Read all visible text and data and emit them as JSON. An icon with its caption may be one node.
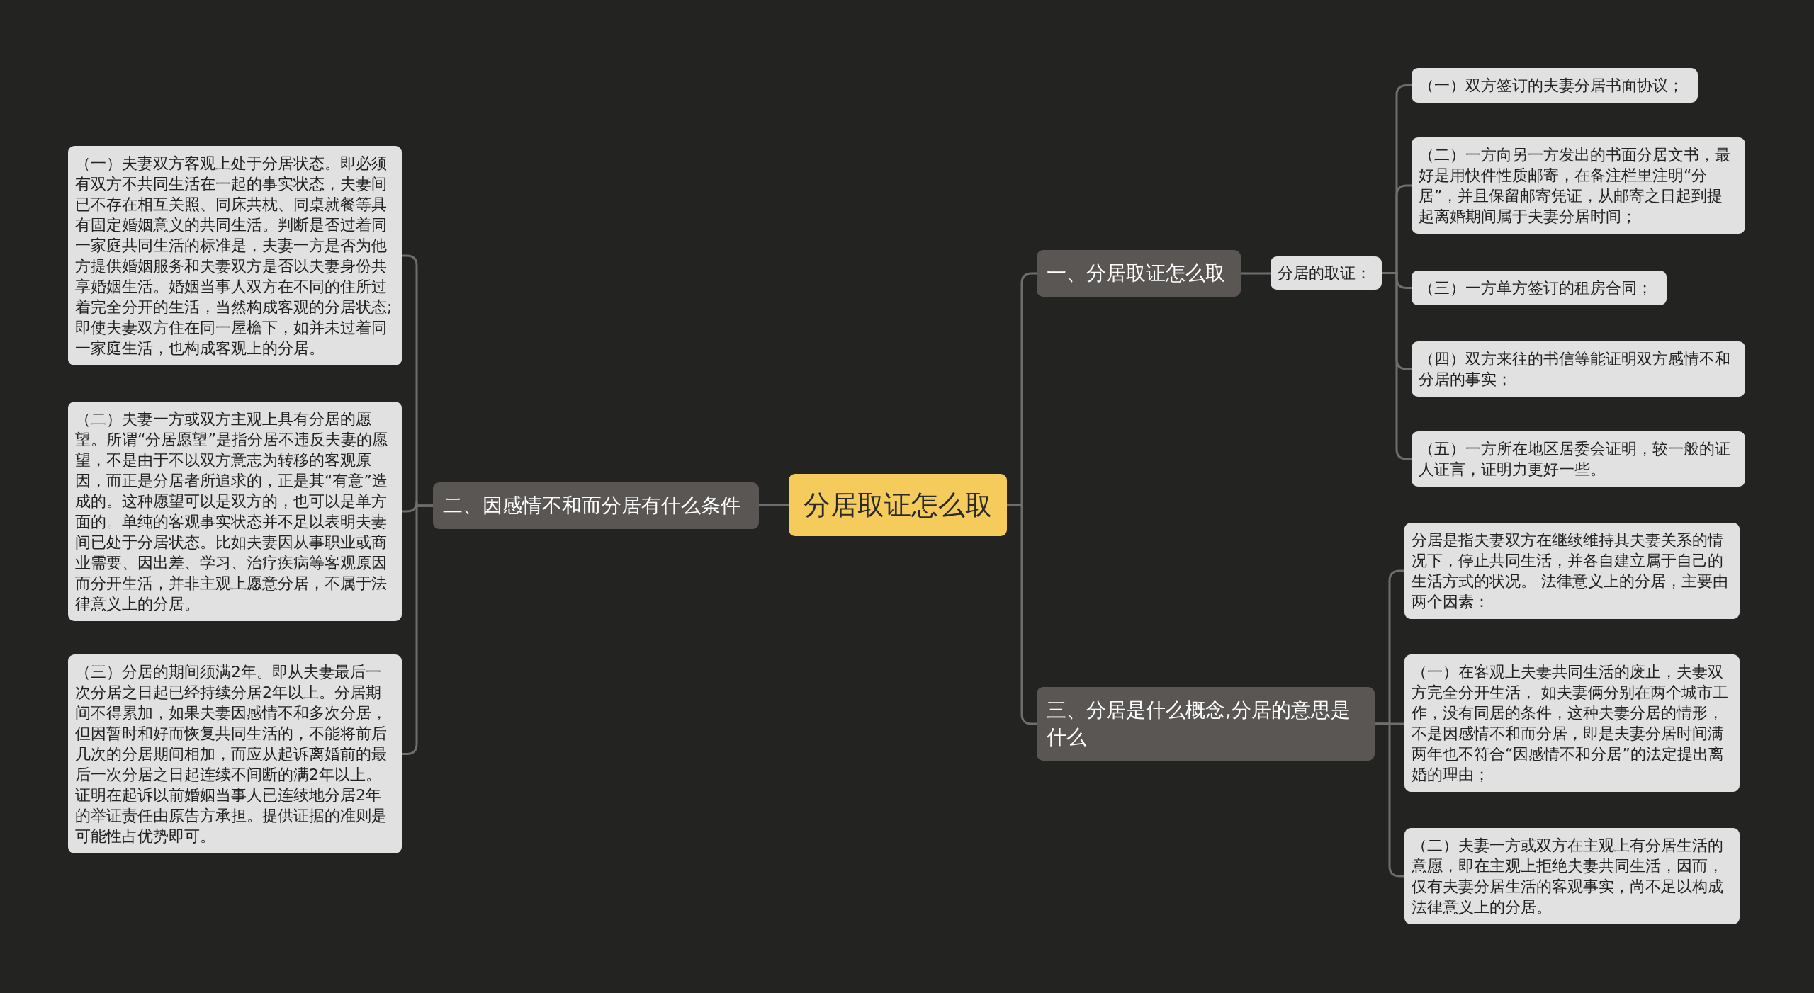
{
  "diagram": {
    "nodes": [
      {
        "text": [
          "分居取证怎么取"
        ]
      },
      {
        "text": [
          "一、分居取证怎么取"
        ]
      },
      {
        "text": [
          "分居的取证："
        ]
      },
      {
        "text": [
          "（一）双方签订的夫妻分居书面协议；"
        ]
      },
      {
        "text": [
          "（二）一方向另一方发出的书面分居文书，最好是用快件性质邮寄，在备注栏里注明“分居”，并且保留邮寄凭证，从邮寄之日起到提起离婚期间属于夫妻分居时间；"
        ]
      },
      {
        "text": [
          "（三）一方单方签订的租房合同；"
        ]
      },
      {
        "text": [
          "（四）双方来往的书信等能证明双方感情不和分居的事实；"
        ]
      },
      {
        "text": [
          "（五）一方所在地区居委会证明，较一般的证人证言，证明力更好一些。"
        ]
      },
      {
        "text": [
          "二、因感情不和而分居有什么条件"
        ]
      },
      {
        "text": [
          "（一）夫妻双方客观上处于分居状态。即必须有双方不共同生活在一起的事实状态，夫妻间已不存在相互关照、同床共枕、同桌就餐等具有固定婚姻意义的共同生活。判断是否过着同一家庭共同生活的标准是，夫妻一方是否为他方提供婚姻服务和夫妻双方是否以夫妻身份共享婚姻生活。婚姻当事人双方在不同的住所过着完全分开的生活，当然构成客观的分居状态;即使夫妻双方住在同一屋檐下，如并未过着同一家庭生活，也构成客观上的分居。"
        ]
      },
      {
        "text": [
          "（二）夫妻一方或双方主观上具有分居的愿望。所谓“分居愿望”是指分居不违反夫妻的愿望，不是由于不以双方意志为转移的客观原因，而正是分居者所追求的，正是其“有意”造成的。这种愿望可以是双方的，也可以是单方面的。单纯的客观事实状态并不足以表明夫妻间已处于分居状态。比如夫妻因从事职业或商业需要、因出差、学习、治疗疾病等客观原因而分开生活，并非主观上愿意分居，不属于法律意义上的分居。"
        ]
      },
      {
        "text": [
          "（三）分居的期间须满2年。即从夫妻最后一次分居之日起已经持续分居2年以上。分居期间不得累加，如果夫妻因感情不和多次分居，但因暂时和好而恢复共同生活的，不能将前后几次的分居期间相加，而应从起诉离婚前的最后一次分居之日起连续不间断的满2年以上。证明在起诉以前婚姻当事人已连续地分居2年的举证责任由原告方承担。提供证据的准则是可能性占优势即可。"
        ]
      },
      {
        "text": [
          "三、分居是什么概念,分居的意思是什么"
        ]
      },
      {
        "text": [
          "分居是指夫妻双方在继续维持其夫妻关系的情况下，停止共同生活，并各自建立属于自己的生活方式的状况。 法律意义上的分居，主要由两个因素："
        ]
      },
      {
        "text": [
          "（一）在客观上夫妻共同生活的废止，夫妻双方完全分开生活， 如夫妻俩分别在两个城市工作，没有同居的条件，这种夫妻分居的情形，不是因感情不和而分居，即是夫妻分居时间满两年也不符合“因感情不和分居”的法定提出离婚的理由；"
        ]
      },
      {
        "text": [
          "（二）夫妻一方或双方在主观上有分居生活的意愿，即在主观上拒绝夫妻共同生活，因而，仅有夫妻分居生活的客观事实，尚不足以构成法律意义上的分居。"
        ]
      }
    ],
    "edges": [
      {
        "from": 0,
        "to": 1,
        "arrow": "none"
      },
      {
        "from": 1,
        "to": 2,
        "arrow": "none"
      },
      {
        "from": 2,
        "to": 3,
        "arrow": "none"
      },
      {
        "from": 2,
        "to": 4,
        "arrow": "none"
      },
      {
        "from": 2,
        "to": 5,
        "arrow": "none"
      },
      {
        "from": 2,
        "to": 6,
        "arrow": "none"
      },
      {
        "from": 2,
        "to": 7,
        "arrow": "none"
      },
      {
        "from": 0,
        "to": 8,
        "arrow": "none"
      },
      {
        "from": 8,
        "to": 9,
        "arrow": "none"
      },
      {
        "from": 8,
        "to": 10,
        "arrow": "none"
      },
      {
        "from": 8,
        "to": 11,
        "arrow": "none"
      },
      {
        "from": 0,
        "to": 12,
        "arrow": "none"
      },
      {
        "from": 12,
        "to": 13,
        "arrow": "none"
      },
      {
        "from": 12,
        "to": 14,
        "arrow": "none"
      },
      {
        "from": 12,
        "to": 15,
        "arrow": "none"
      }
    ]
  }
}
